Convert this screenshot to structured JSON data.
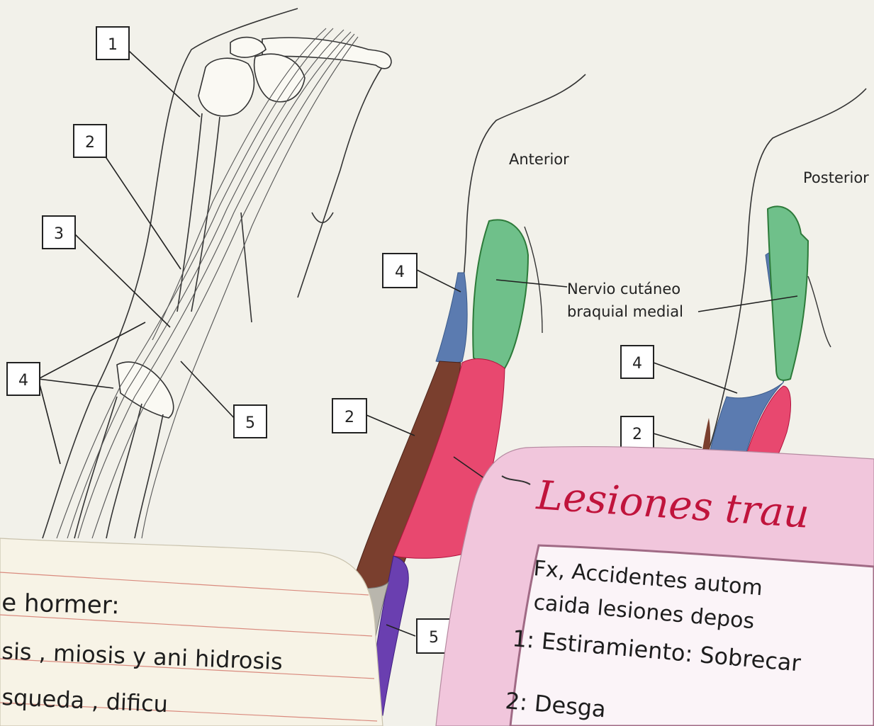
{
  "figure": {
    "labels": {
      "n1": "1",
      "n2a": "2",
      "n3": "3",
      "n4a": "4",
      "n5a": "5",
      "n4b": "4",
      "n2b": "2",
      "n5b": "5",
      "n4c": "4",
      "n2c": "2"
    },
    "anterior": "Anterior",
    "posterior": "Posterior",
    "nerve_line1": "Nervio cutáneo",
    "nerve_line2": "braquial medial"
  },
  "note_left": {
    "line1": "e hormer:",
    "line2": "sis , miosis y ani hidrosis",
    "line3": "squeda , dificu"
  },
  "note_right": {
    "title": "Lesiones trau",
    "line1": "Fx, Accidentes autom",
    "line2": "caida lesiones depos",
    "line3": "1: Estiramiento: Sobrecar",
    "line4": "2: Desga"
  },
  "colors": {
    "paper": "#f2f1ea",
    "green": "#6fc08a",
    "blue": "#5b7bb0",
    "pink": "#e8486f",
    "brown": "#7a3f2e",
    "purple": "#6a3fb0",
    "card_pink": "#f1c6dc",
    "title_red": "#c0143c"
  }
}
